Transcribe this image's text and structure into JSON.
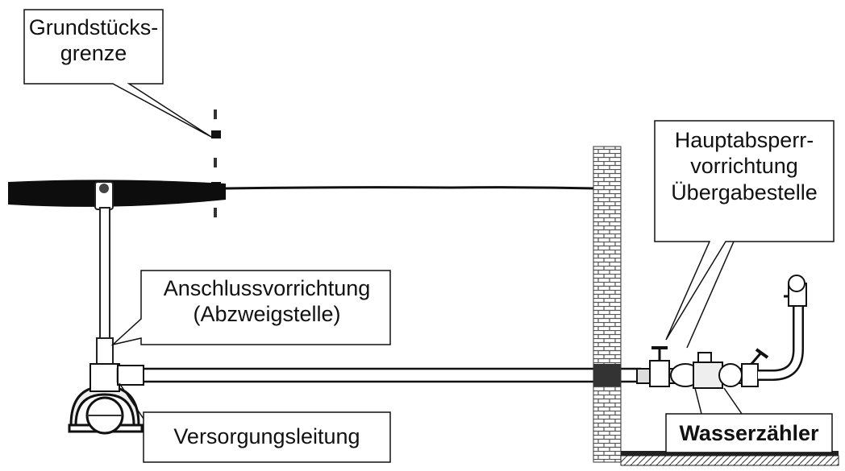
{
  "labels": {
    "grundstuecksgrenze": {
      "line1": "Grundstücks-",
      "line2": "grenze"
    },
    "hauptabsperr": {
      "line1": "Hauptabsperr-",
      "line2": "vorrichtung",
      "line3": "Übergabestelle"
    },
    "anschluss": {
      "line1": "Anschlussvorrichtung",
      "line2": "(Abzweigstelle)"
    },
    "versorgung": {
      "text": "Versorgungsleitung"
    },
    "wasserzaehler": {
      "text": "Wasserzähler"
    }
  }
}
